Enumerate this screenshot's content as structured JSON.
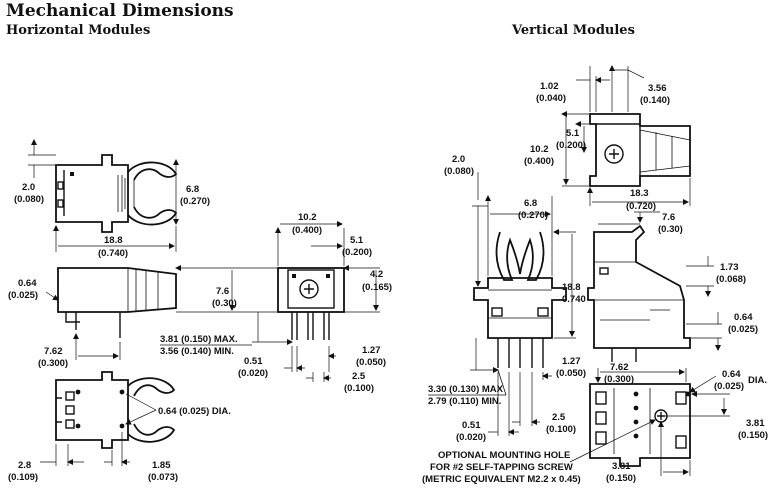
{
  "titles": {
    "main": "Mechanical Dimensions",
    "horizontal": "Horizontal Modules",
    "vertical": "Vertical Modules"
  },
  "horizontal": {
    "dim_2_0": "2.0",
    "dim_2_0_in": "(0.080)",
    "dim_6_8": "6.8",
    "dim_6_8_in": "(0.270)",
    "dim_18_8": "18.8",
    "dim_18_8_in": "(0.740)",
    "dim_0_64": "0.64",
    "dim_0_64_in": "(0.025)",
    "dim_7_6": "7.6",
    "dim_7_6_in": "(0.30)",
    "dim_10_2": "10.2",
    "dim_10_2_in": "(0.400)",
    "dim_5_1": "5.1",
    "dim_5_1_in": "(0.200)",
    "dim_4_2": "4.2",
    "dim_4_2_in": "(0.165)",
    "lead_max": "3.81 (0.150) MAX.",
    "lead_min": "3.56 (0.140) MIN.",
    "dim_7_62": "7.62",
    "dim_7_62_in": "(0.300)",
    "dim_0_51": "0.51",
    "dim_0_51_in": "(0.020)",
    "dim_1_27": "1.27",
    "dim_1_27_in": "(0.050)",
    "dim_2_5": "2.5",
    "dim_2_5_in": "(0.100)",
    "dia": "0.64 (0.025) DIA.",
    "dim_2_8": "2.8",
    "dim_2_8_in": "(0.109)",
    "dim_1_85": "1.85",
    "dim_1_85_in": "(0.073)"
  },
  "vertical": {
    "dim_1_02": "1.02",
    "dim_1_02_in": "(0.040)",
    "dim_3_56": "3.56",
    "dim_3_56_in": "(0.140)",
    "dim_5_1": "5.1",
    "dim_5_1_in": "(0.200)",
    "dim_10_2": "10.2",
    "dim_10_2_in": "(0.400)",
    "dim_18_3": "18.3",
    "dim_18_3_in": "(0.720)",
    "dim_2_0": "2.0",
    "dim_2_0_in": "(0.080)",
    "dim_6_8": "6.8",
    "dim_6_8_in": "(0.270)",
    "dim_7_6": "7.6",
    "dim_7_6_in": "(0.30)",
    "dim_18_8": "18.8",
    "dim_18_8_in": "0.740",
    "dim_1_73": "1.73",
    "dim_1_73_in": "(0.068)",
    "dim_0_64": "0.64",
    "dim_0_64_in": "(0.025)",
    "dim_1_27": "1.27",
    "dim_1_27_in": "(0.050)",
    "dim_7_62": "7.62",
    "dim_7_62_in": "(0.300)",
    "dim_0_64_dia": "0.64",
    "dim_0_64_dia_in": "(0.025)",
    "dia": "DIA.",
    "lead_max": "3.30 (0.130) MAX",
    "lead_min": "2.79 (0.110) MIN.",
    "dim_2_5": "2.5",
    "dim_2_5_in": "(0.100)",
    "dim_3_81_r": "3.81",
    "dim_3_81_r_in": "(0.150)",
    "dim_0_51": "0.51",
    "dim_0_51_in": "(0.020)",
    "dim_3_81_b": "3.81",
    "dim_3_81_b_in": "(0.150)",
    "note_line1": "OPTIONAL MOUNTING HOLE",
    "note_line2": "FOR #2 SELF-TAPPING SCREW",
    "note_line3": "(METRIC EQUIVALENT M2.2 x 0.45)"
  }
}
